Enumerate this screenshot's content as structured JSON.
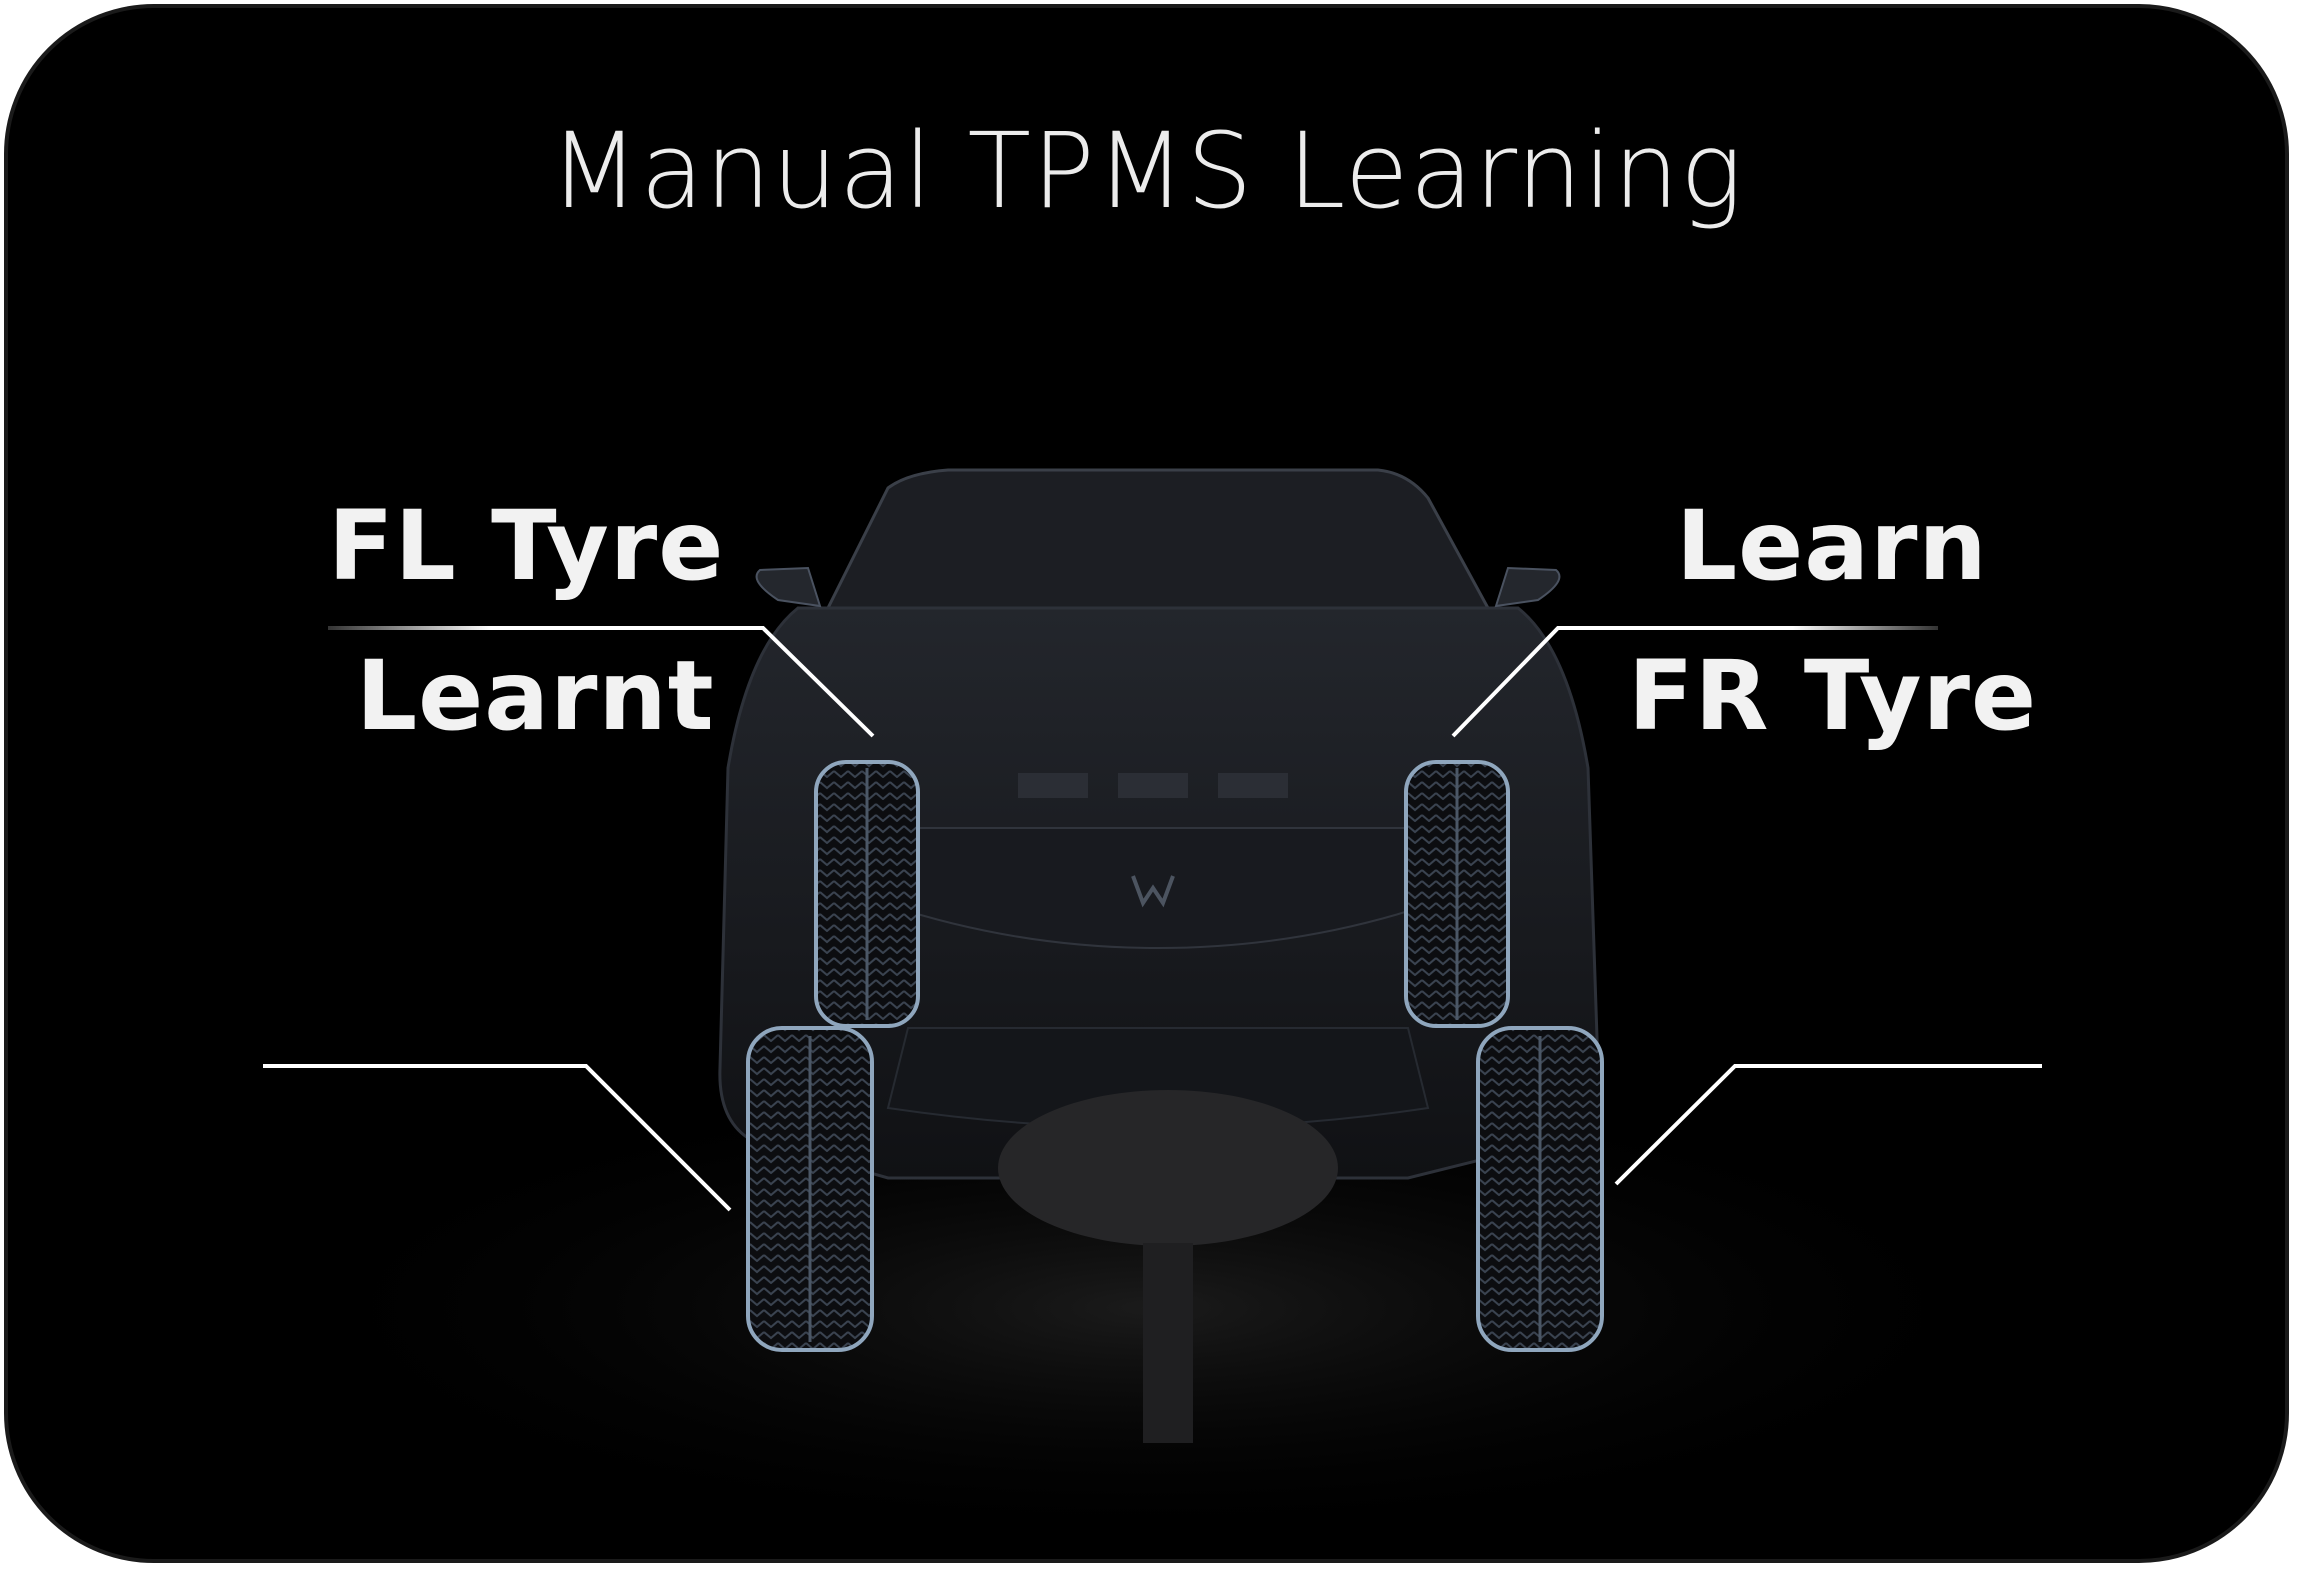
{
  "screen": {
    "title": "Manual TPMS Learning",
    "colors": {
      "background": "#000000",
      "text": "#f2f2f2",
      "tyre_outline": "#8fa6bd",
      "car_body": "#1a1c20"
    }
  },
  "tyres": {
    "front_left": {
      "name": "FL Tyre",
      "status": "Learnt"
    },
    "front_right": {
      "name": "FR Tyre",
      "status": "Learn"
    },
    "rear_left": {
      "name": "",
      "status": ""
    },
    "rear_right": {
      "name": "",
      "status": ""
    }
  }
}
